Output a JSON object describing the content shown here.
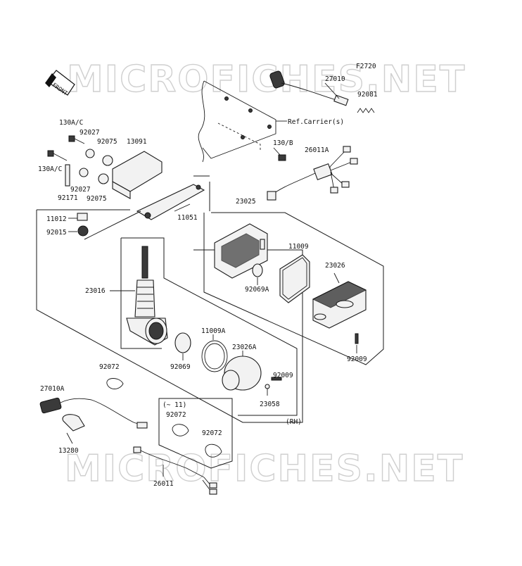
{
  "diagram_code": "F2720",
  "watermark": "MICROFICHES.NET",
  "front_arrow_label": "FRONT",
  "notes": {
    "rh": "(RH)",
    "up_to_11": "(~ 11)",
    "ref_carrier": "Ref.Carrier(s)"
  },
  "labels": {
    "p27010": "27010",
    "p92081": "92081",
    "p130ac_a": "130A/C",
    "p92027_a": "92027",
    "p92075_a": "92075",
    "p13091": "13091",
    "p130b": "130/B",
    "p26011a": "26011A",
    "p130ac_b": "130A/C",
    "p92027_b": "92027",
    "p92171": "92171",
    "p92075_b": "92075",
    "p23025": "23025",
    "p11051": "11051",
    "p11012": "11012",
    "p92015": "92015",
    "p11009": "11009",
    "p23026": "23026",
    "p92069a": "92069A",
    "p23016": "23016",
    "p11009a": "11009A",
    "p23026a": "23026A",
    "p92009_a": "92009",
    "p92009_b": "92009",
    "p92069": "92069",
    "p23058": "23058",
    "p92072_a": "92072",
    "p27010a": "27010A",
    "p92072_b": "92072",
    "p92072_c": "92072",
    "p13280": "13280",
    "p26011": "26011"
  }
}
